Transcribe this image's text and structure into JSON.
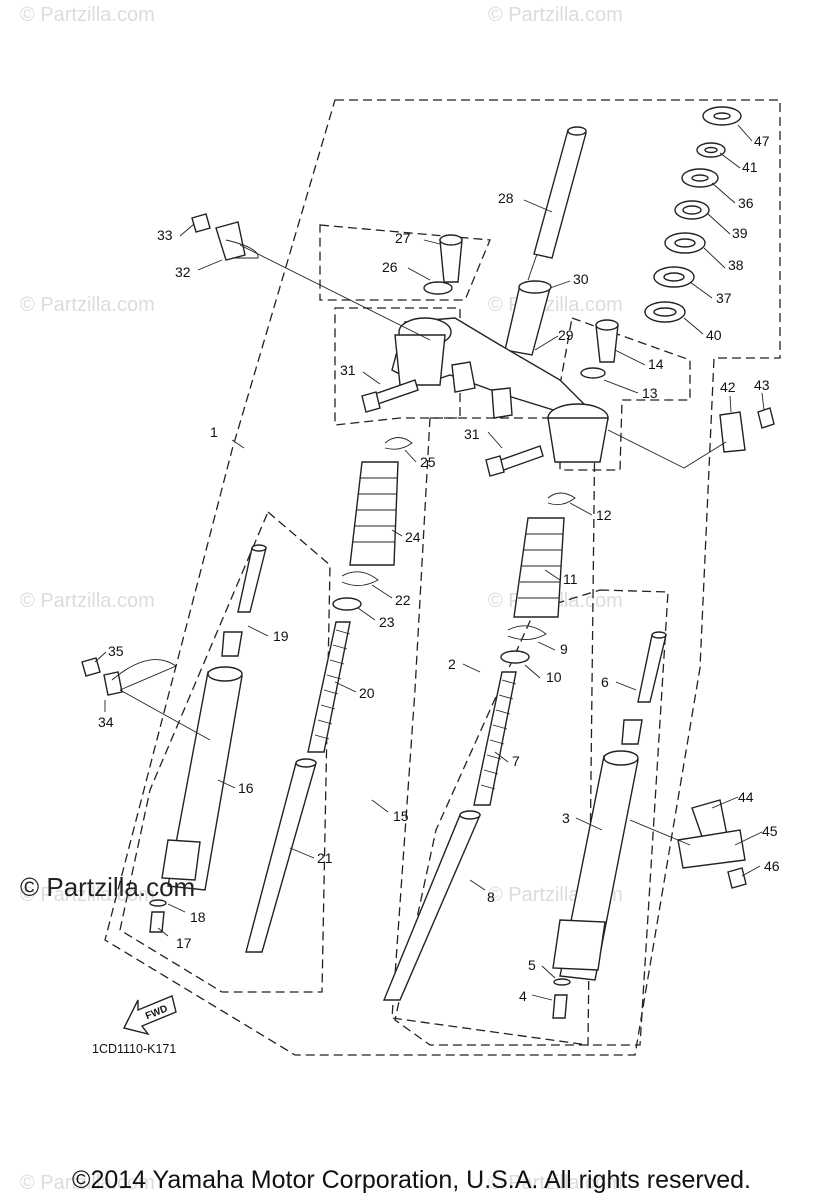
{
  "watermarks": [
    "© Partzilla.com",
    "© Partzilla.com",
    "© Partzilla.com",
    "© Partzilla.com",
    "© Partzilla.com",
    "© Partzilla.com",
    "© Partzilla.com",
    "© Partzilla.com",
    "© Partzilla.com",
    "© Partzilla.com"
  ],
  "brand_watermark": "© Partzilla.com",
  "fwd_label": "FWD",
  "diagram_ref": "1CD1110-K171",
  "copyright": "©2014 Yamaha Motor Corporation, U.S.A. All rights reserved.",
  "callouts": [
    "1",
    "2",
    "3",
    "4",
    "5",
    "6",
    "7",
    "8",
    "9",
    "10",
    "11",
    "12",
    "13",
    "14",
    "15",
    "16",
    "17",
    "18",
    "19",
    "20",
    "21",
    "22",
    "23",
    "24",
    "25",
    "26",
    "27",
    "28",
    "29",
    "30",
    "31",
    "31",
    "32",
    "33",
    "34",
    "35",
    "36",
    "37",
    "38",
    "39",
    "40",
    "41",
    "42",
    "43",
    "44",
    "45",
    "46",
    "47"
  ]
}
